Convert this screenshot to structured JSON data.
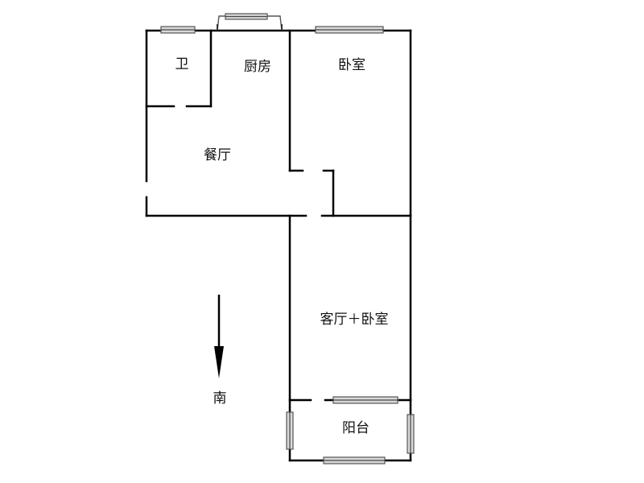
{
  "floorplan": {
    "rooms": {
      "bathroom": "卫",
      "kitchen": "厨房",
      "bedroom": "卧室",
      "dining": "餐厅",
      "living_bedroom": "客厅＋卧室",
      "balcony": "阳台"
    },
    "compass": {
      "label": "南"
    },
    "colors": {
      "wall": "#000000",
      "window_frame": "#555555",
      "window_glass": "#d8d8d8",
      "background": "#ffffff"
    }
  }
}
